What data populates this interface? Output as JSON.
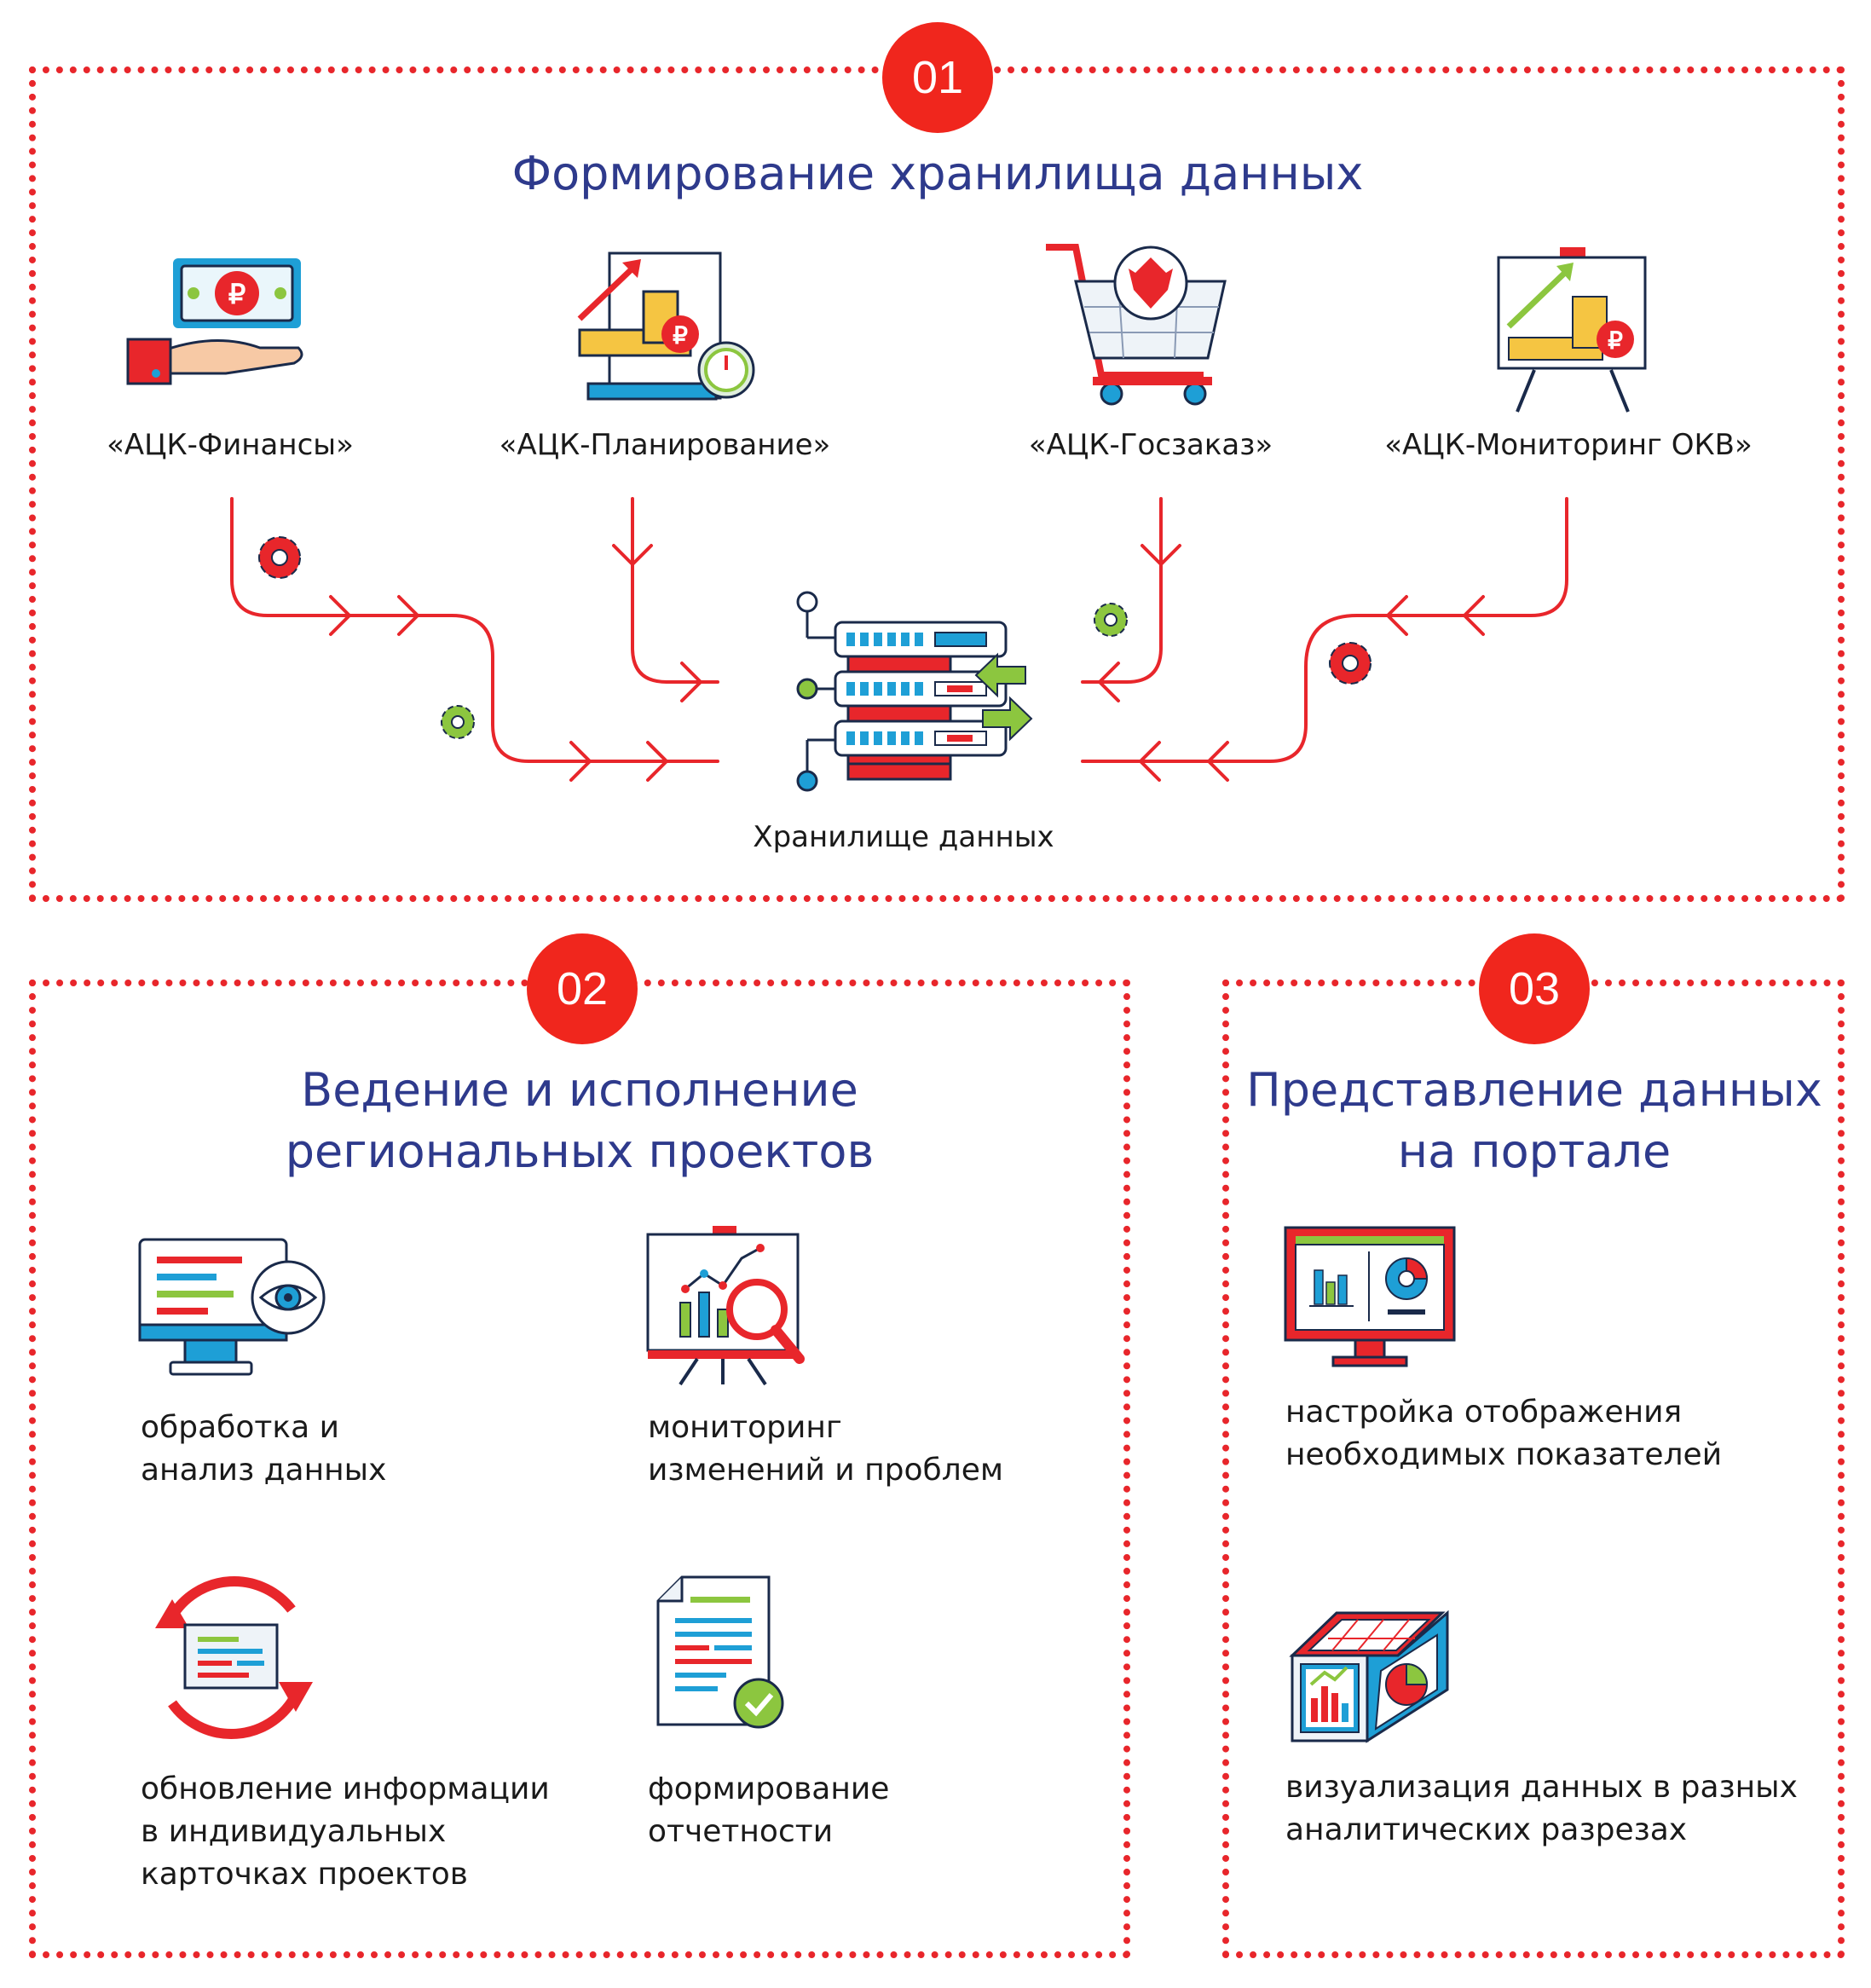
{
  "colors": {
    "accent": "#e8262b",
    "title": "#2e3a8c",
    "blue": "#1e9fd6",
    "green": "#8cc63f",
    "yellow": "#f5c542"
  },
  "section1": {
    "number": "01",
    "title": "Формирование хранилища данных",
    "sources": [
      {
        "label": "«АЦК-Финансы»",
        "icon": "money-hand-icon"
      },
      {
        "label": "«АЦК-Планирование»",
        "icon": "planning-chart-icon"
      },
      {
        "label": "«АЦК-Госзаказ»",
        "icon": "shopping-cart-icon"
      },
      {
        "label": "«АЦК-Мониторинг ОКВ»",
        "icon": "monitoring-board-icon"
      }
    ],
    "storage_label": "Хранилище данных"
  },
  "section2": {
    "number": "02",
    "title_line1": "Ведение и исполнение",
    "title_line2": "региональных проектов",
    "items": [
      {
        "line1": "обработка и",
        "line2": "анализ данных",
        "line3": "",
        "icon": "monitor-eye-icon"
      },
      {
        "line1": "мониторинг",
        "line2": "изменений и проблем",
        "line3": "",
        "icon": "chart-magnifier-icon"
      },
      {
        "line1": "обновление информации",
        "line2": "в индивидуальных",
        "line3": "карточках проектов",
        "icon": "refresh-card-icon"
      },
      {
        "line1": "формирование",
        "line2": "отчетности",
        "line3": "",
        "icon": "report-check-icon"
      }
    ]
  },
  "section3": {
    "number": "03",
    "title_line1": "Представление данных",
    "title_line2": "на портале",
    "items": [
      {
        "line1": "настройка отображения",
        "line2": "необходимых показателей",
        "icon": "dashboard-monitor-icon"
      },
      {
        "line1": "визуализация данных в разных",
        "line2": "аналитических разрезах",
        "icon": "data-cube-icon"
      }
    ]
  }
}
